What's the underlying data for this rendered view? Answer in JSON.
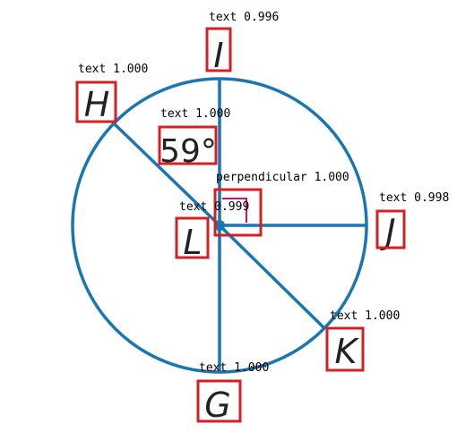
{
  "diagram": {
    "points": {
      "top": "I",
      "left_upper": "H",
      "right": "J",
      "center": "L",
      "lower_right": "K",
      "bottom": "G"
    },
    "angle_label": "59°",
    "detections": [
      {
        "label": "text",
        "score": "0.996"
      },
      {
        "label": "text",
        "score": "1.000"
      },
      {
        "label": "text",
        "score": "1.000"
      },
      {
        "label": "perpendicular",
        "score": "1.000"
      },
      {
        "label": "text",
        "score": "0.999"
      },
      {
        "label": "text",
        "score": "0.998"
      },
      {
        "label": "text",
        "score": "1.000"
      },
      {
        "label": "text",
        "score": "1.000"
      }
    ]
  },
  "colors": {
    "circle": "#1a75b3",
    "box": "#d42020",
    "right_angle_mark": "#c8147a",
    "annotation_text": "#000000"
  }
}
